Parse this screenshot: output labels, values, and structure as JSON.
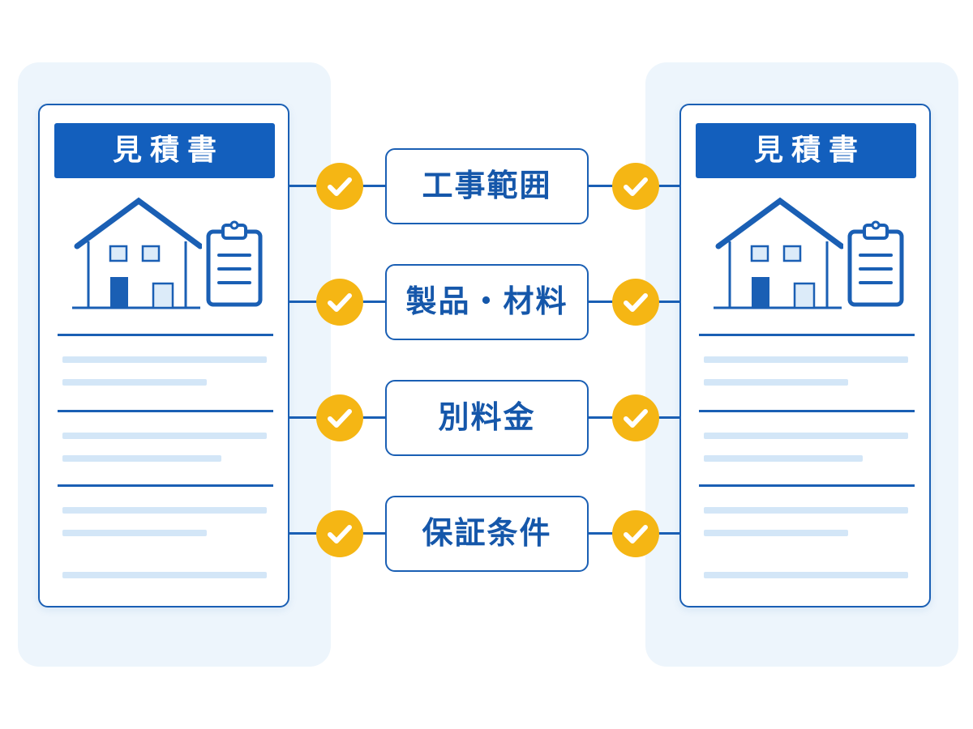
{
  "documents": {
    "left": {
      "title": "見積書"
    },
    "right": {
      "title": "見積書"
    }
  },
  "comparison_items": [
    {
      "label": "工事範囲"
    },
    {
      "label": "製品・材料"
    },
    {
      "label": "別料金"
    },
    {
      "label": "保証条件"
    }
  ],
  "icons": {
    "document": "house-icon",
    "document_secondary": "clipboard-icon",
    "match": "check-icon"
  },
  "colors": {
    "primary_blue": "#1a5fb4",
    "title_bar_blue": "#135fbd",
    "check_yellow": "#f5b614",
    "panel_background": "#edf5fc",
    "text_line": "#d3e6f7"
  }
}
